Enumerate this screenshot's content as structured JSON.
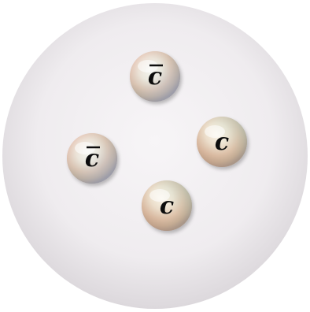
{
  "diagram": {
    "container": {
      "name": "hadron-bag",
      "fill_center": "#f7f5f7",
      "fill_edge": "#dcd8dc"
    },
    "quarks": [
      {
        "id": "q1",
        "label": "c",
        "antiparticle": true
      },
      {
        "id": "q2",
        "label": "c",
        "antiparticle": false
      },
      {
        "id": "q3",
        "label": "c",
        "antiparticle": true
      },
      {
        "id": "q4",
        "label": "c",
        "antiparticle": false
      }
    ],
    "colors": {
      "label": "#111111",
      "sphere_highlight": "#ffffff",
      "sphere_tones": [
        "#e9b2a0",
        "#b0d3c8",
        "#9fb5e0",
        "#d9c07a"
      ]
    }
  }
}
